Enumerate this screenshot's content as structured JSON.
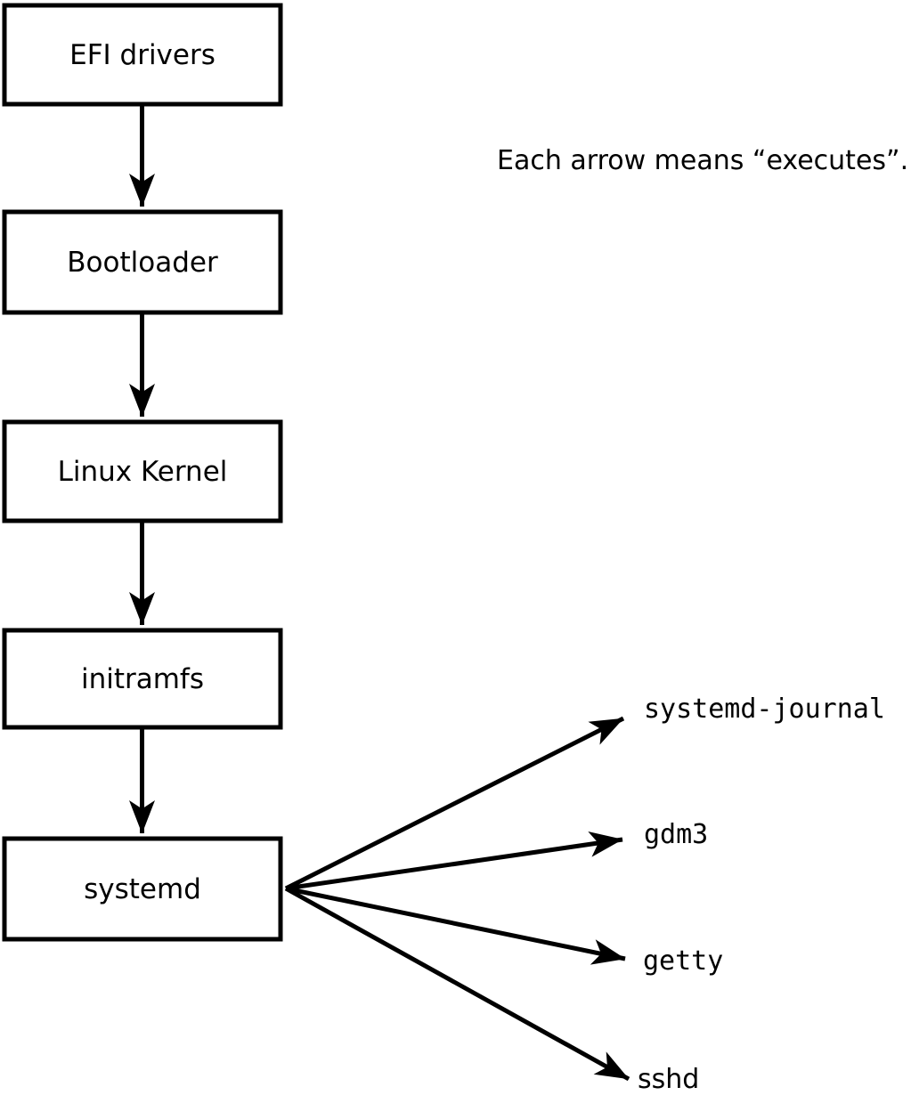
{
  "diagram": {
    "annotation": "Each arrow means “executes”.",
    "chain": [
      "EFI drivers",
      "Bootloader",
      "Linux Kernel",
      "initramfs",
      "systemd"
    ],
    "spawned": [
      "systemd-journal",
      "gdm3",
      "getty",
      "sshd"
    ],
    "colors": {
      "ink": "#000000",
      "background": "#ffffff",
      "box_fill": "#ffffff"
    }
  }
}
